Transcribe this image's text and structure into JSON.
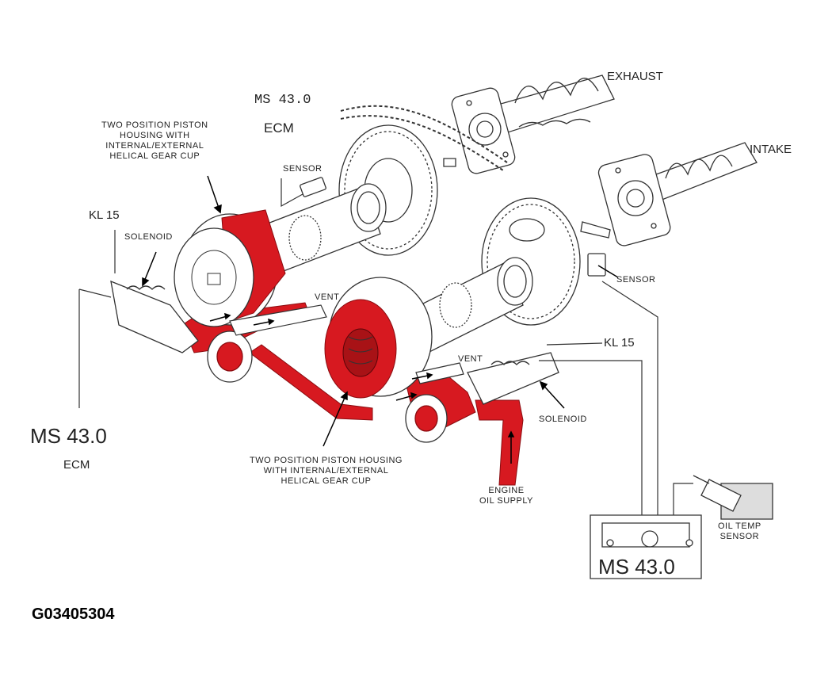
{
  "labels": {
    "exhaust": "EXHAUST",
    "intake": "INTAKE",
    "ecm_top_model": "MS 43.0",
    "ecm_top_name": "ECM",
    "housing_top": "TWO POSITION PISTON\nHOUSING WITH\nINTERNAL/EXTERNAL\nHELICAL GEAR CUP",
    "sensor_left": "SENSOR",
    "sensor_right": "SENSOR",
    "kl15_left": "KL 15",
    "kl15_right": "KL 15",
    "solenoid_left": "SOLENOID",
    "solenoid_right": "SOLENOID",
    "vent_left": "VENT",
    "vent_right": "VENT",
    "ecm_left_model": "MS 43.0",
    "ecm_left_name": "ECM",
    "housing_bottom": "TWO POSITION PISTON HOUSING\nWITH INTERNAL/EXTERNAL\nHELICAL GEAR CUP",
    "oil_supply": "ENGINE\nOIL SUPPLY",
    "oil_temp": "OIL TEMP\nSENSOR",
    "ecm_bottom_model": "MS 43.0",
    "figure_id": "G03405304"
  },
  "colors": {
    "oil": "#d71920",
    "line": "#333333"
  }
}
